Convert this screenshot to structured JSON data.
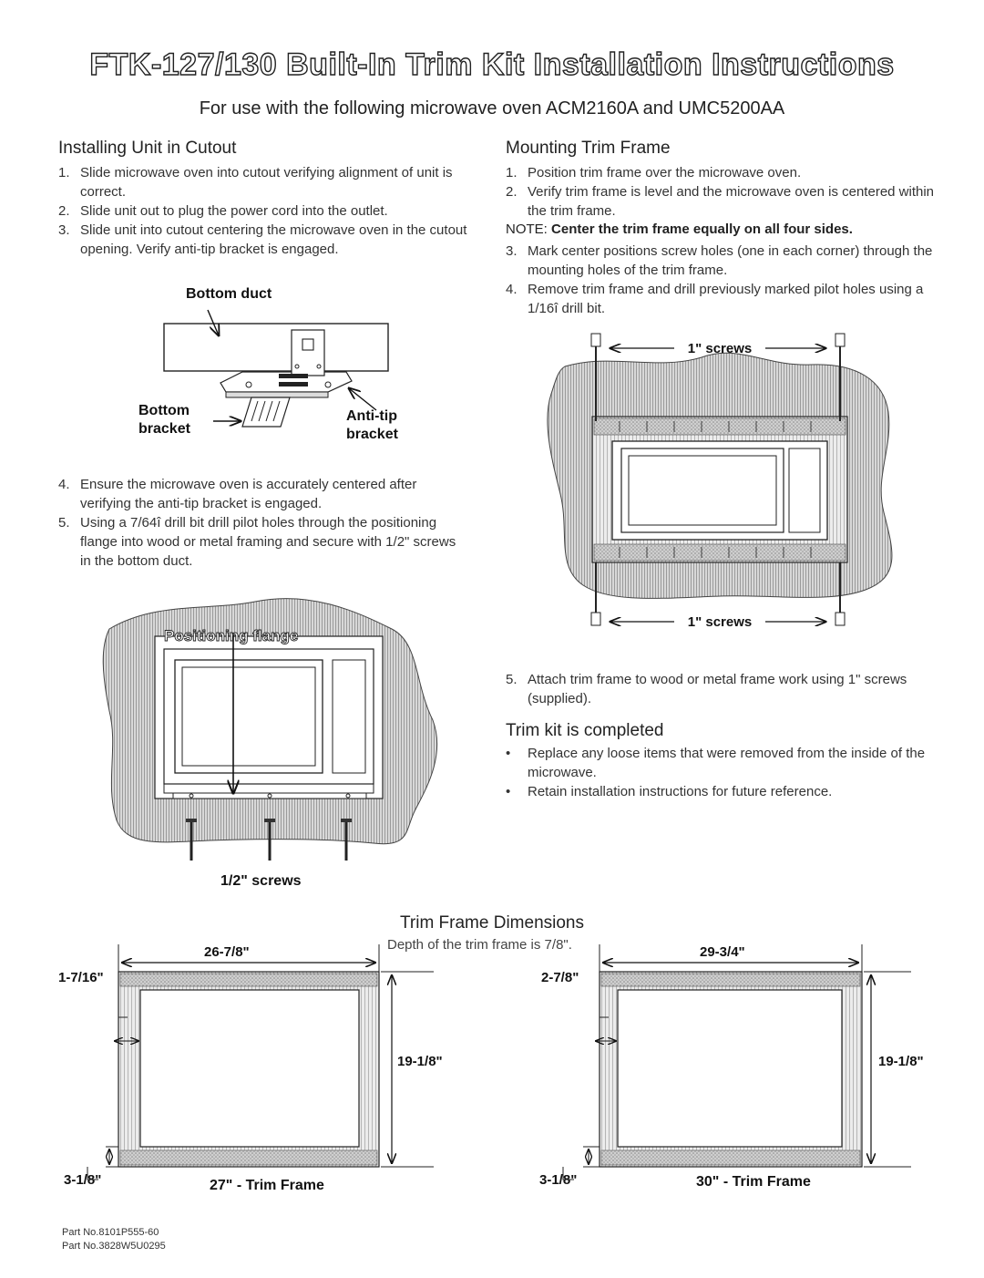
{
  "title": "FTK-127/130 Built-In Trim Kit Installation Instructions",
  "subtitle": "For use with the following microwave oven ACM2160A and UMC5200AA",
  "section_install": {
    "heading": "Installing Unit in Cutout",
    "steps": [
      {
        "num": "1.",
        "text": "Slide microwave oven into cutout verifying alignment of unit is correct."
      },
      {
        "num": "2.",
        "text": "Slide unit out to plug the power cord into the outlet."
      },
      {
        "num": "3.",
        "text": "Slide unit into cutout centering the microwave oven in the cutout opening. Verify anti-tip bracket is engaged."
      }
    ],
    "steps_b": [
      {
        "num": "4.",
        "text": "Ensure the microwave oven is accurately centered after verifying the anti-tip bracket is engaged."
      },
      {
        "num": "5.",
        "text": "Using a 7/64î drill bit drill pilot holes through the positioning flange into wood or metal framing and secure with 1/2\" screws in the bottom duct."
      }
    ],
    "fig_bracket": {
      "bottom_duct": "Bottom duct",
      "bottom_bracket_1": "Bottom",
      "bottom_bracket_2": "bracket",
      "anti_tip_1": "Anti-tip",
      "anti_tip_2": "bracket"
    },
    "fig_flange": {
      "positioning_flange": "Positioning flange",
      "half_screws": "1/2\" screws"
    }
  },
  "section_mount": {
    "heading": "Mounting Trim Frame",
    "steps": [
      {
        "num": "1.",
        "text": "Position trim frame over the microwave oven."
      },
      {
        "num": "2.",
        "text": "Verify trim frame is level and the microwave oven is centered within the trim frame."
      }
    ],
    "note_prefix": "NOTE:",
    "note_text": "Center the trim frame equally on all four sides.",
    "steps_b": [
      {
        "num": "3.",
        "text": "Mark center positions screw holes (one in each corner) through the mounting holes of the trim frame."
      },
      {
        "num": "4.",
        "text": "Remove trim frame and drill previously marked pilot holes using a 1/16î drill bit."
      }
    ],
    "fig": {
      "top_screws": "1\" screws",
      "bottom_screws": "1\" screws"
    },
    "step5": {
      "num": "5.",
      "text": "Attach trim frame to wood or metal frame work using 1\" screws (supplied)."
    }
  },
  "section_complete": {
    "heading": "Trim kit is completed",
    "bullets": [
      "Replace any loose items that were removed from the inside of the microwave.",
      "Retain installation instructions for future reference."
    ]
  },
  "dimensions": {
    "heading": "Trim Frame Dimensions",
    "depth_note": "Depth of the trim frame is 7/8\".",
    "frame27": {
      "width": "26-7/8\"",
      "side": "1-7/16\"",
      "height": "19-1/8\"",
      "bottom": "3-1/8\"",
      "caption": "27\" - Trim Frame"
    },
    "frame30": {
      "width": "29-3/4\"",
      "side": "2-7/8\"",
      "height": "19-1/8\"",
      "bottom": "3-1/8\"",
      "caption": "30\" - Trim Frame"
    }
  },
  "part_numbers": [
    "Part No.8101P555-60",
    "Part No.3828W5U0295"
  ]
}
